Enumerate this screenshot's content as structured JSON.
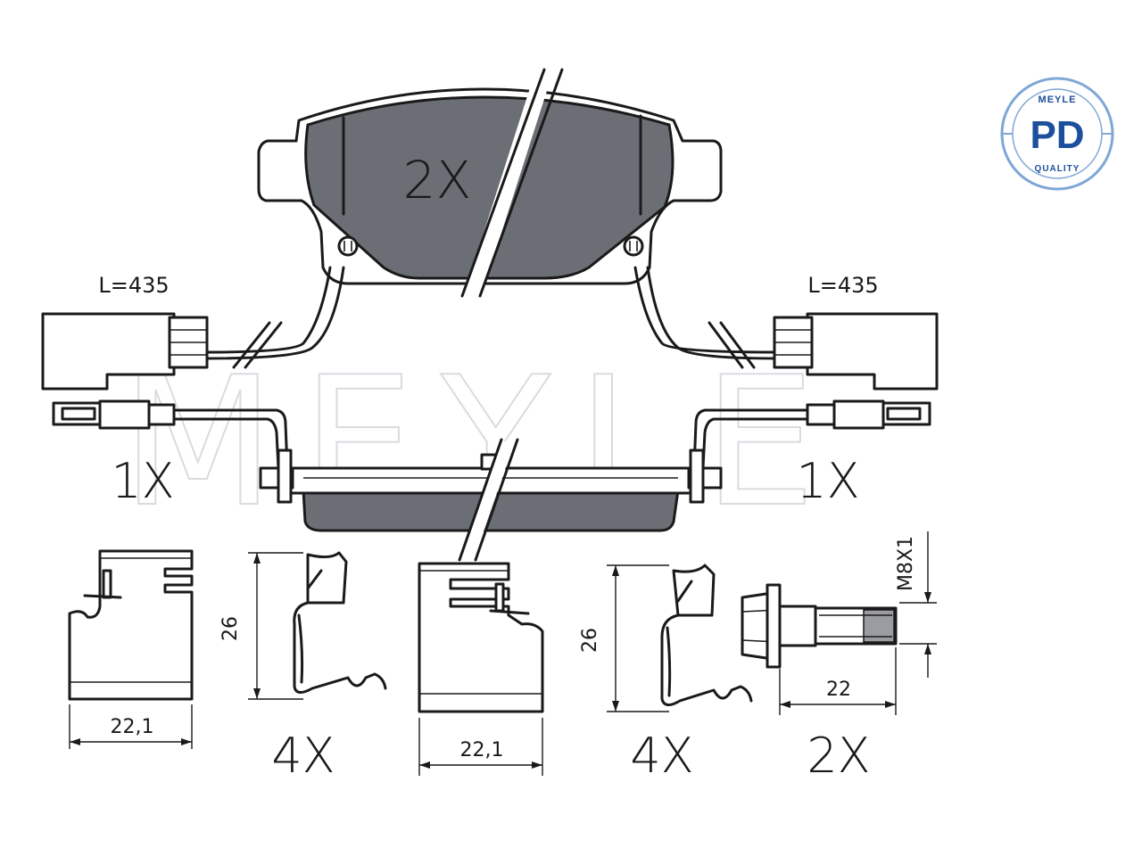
{
  "main_pad": {
    "quantity": "2X"
  },
  "sensor_left": {
    "length_label": "L=435",
    "quantity": "1X"
  },
  "sensor_right": {
    "length_label": "L=435",
    "quantity": "1X"
  },
  "clip_a": {
    "width_label": "22,1",
    "height_label": "26",
    "quantity": "4X"
  },
  "clip_b": {
    "width_label": "22,1",
    "height_label": "26",
    "quantity": "4X"
  },
  "bolt": {
    "thread_label": "M8X1",
    "length_label": "22",
    "quantity": "2X"
  },
  "badge": {
    "top_text": "MEYLE",
    "center_text": "PD",
    "bottom_text": "QUALITY",
    "color": "#1c4f9c",
    "ring_color": "#7ea7d6"
  },
  "watermark": {
    "text": "MEYLE"
  }
}
